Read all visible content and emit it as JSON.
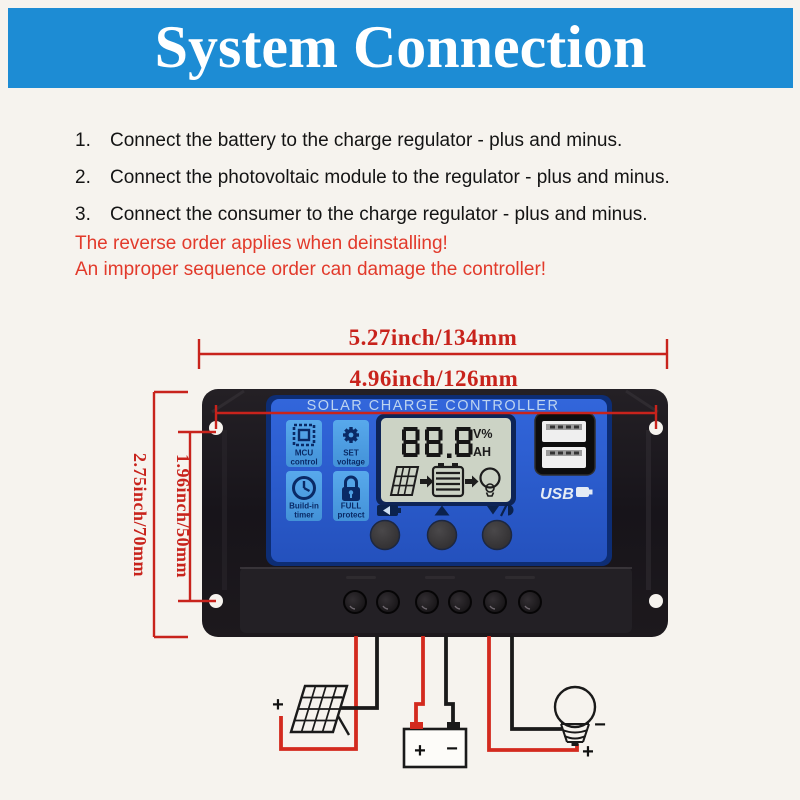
{
  "banner": {
    "title": "System Connection"
  },
  "instructions": [
    {
      "num": "1.",
      "text": "Connect the battery to the charge regulator - plus and minus."
    },
    {
      "num": "2.",
      "text": "Connect the photovoltaic module to the regulator - plus and minus."
    },
    {
      "num": "3.",
      "text": "Connect the consumer to the charge regulator - plus and minus."
    }
  ],
  "warnings": [
    "The reverse order applies when deinstalling!",
    "An improper sequence order can damage the controller!"
  ],
  "dimensions": {
    "outer_width": "5.27inch/134mm",
    "hole_width": "4.96inch/126mm",
    "outer_height": "2.75inch/70mm",
    "hole_height": "1.96inch/50mm"
  },
  "controller": {
    "title": "SOLAR CHARGE CONTROLLER",
    "display": {
      "value": "88.8",
      "unit_top": "V%",
      "unit_bottom": "AH"
    },
    "buttons": [
      {
        "line1": "MCU",
        "line2": "control"
      },
      {
        "line1": "SET",
        "line2": "voltage"
      },
      {
        "line1": "Build-in",
        "line2": "timer"
      },
      {
        "line1": "FULL",
        "line2": "protect"
      }
    ],
    "usb_label": "USB"
  },
  "wiring": {
    "solar_plus": "+",
    "solar_minus": "−",
    "battery_plus": "+",
    "battery_minus": "−",
    "load_plus": "+",
    "load_minus": "−"
  },
  "colors": {
    "banner_blue": "#1d8cd4",
    "warning_red": "#e23a2b",
    "accent_red": "#c8231c",
    "panel_blue": "#2a5bcd",
    "tile_blue": "#4fa0e2",
    "navy": "#0a2a66",
    "lcd_green": "#ccd3c5",
    "wire_red": "#d32a1e",
    "wire_black": "#1a1a1a"
  }
}
